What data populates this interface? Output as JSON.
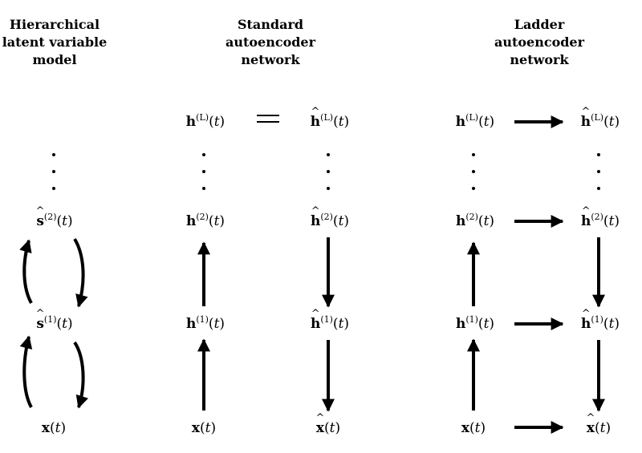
{
  "columns": {
    "hierarchical": {
      "title_lines": [
        "Hierarchical",
        "latent variable",
        "model"
      ]
    },
    "standard": {
      "title_lines": [
        "Standard",
        "autoencoder",
        "network"
      ]
    },
    "ladder": {
      "title_lines": [
        "Ladder",
        "autoencoder",
        "network"
      ]
    }
  },
  "notation": {
    "s": "s",
    "h": "h",
    "x": "x",
    "arg": "t",
    "sup_1": "(1)",
    "sup_2": "(2)",
    "sup_L": "(L)"
  }
}
